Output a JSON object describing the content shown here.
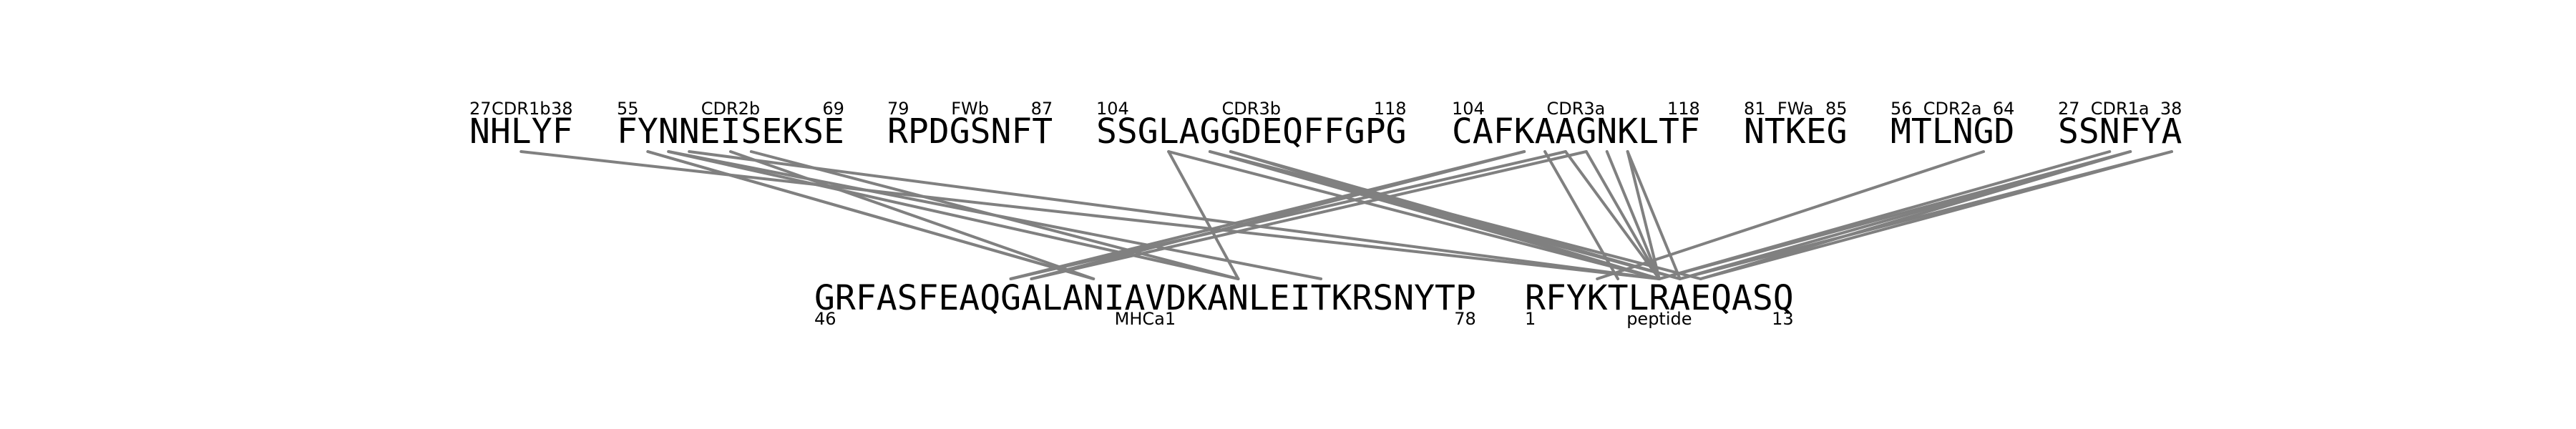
{
  "top_segments": [
    {
      "id": "cdr1b",
      "sequence": "NHLYF",
      "start": "27",
      "name": "CDR1b",
      "end": "38"
    },
    {
      "id": "cdr2b",
      "sequence": "FYNNEISEKSE",
      "start": "55",
      "name": "CDR2b",
      "end": "69"
    },
    {
      "id": "fwb",
      "sequence": "RPDGSNFT",
      "start": "79",
      "name": "FWb",
      "end": "87"
    },
    {
      "id": "cdr3b",
      "sequence": "SSGLAGGDEQFFGPG",
      "start": "104",
      "name": "CDR3b",
      "end": "118"
    },
    {
      "id": "cdr3a",
      "sequence": "CAFKAAGNKLTF",
      "start": "104",
      "name": "CDR3a",
      "end": "118"
    },
    {
      "id": "fwa",
      "sequence": "NTKEG",
      "start": "81",
      "name": "FWa",
      "end": "85"
    },
    {
      "id": "cdr2a",
      "sequence": "MTLNGD",
      "start": "56",
      "name": "CDR2a",
      "end": "64"
    },
    {
      "id": "cdr1a",
      "sequence": "SSNFYA",
      "start": "27",
      "name": "CDR1a",
      "end": "38"
    }
  ],
  "bottom_segments": [
    {
      "id": "mhca1",
      "sequence": "GRFASFEAQGALANIAVDKANLEITKRSNYTP",
      "start": "46",
      "name": "MHCa1",
      "end": "78"
    },
    {
      "id": "peptide",
      "sequence": "RFYKTLRAEQASQ",
      "start": "1",
      "name": "peptide",
      "end": "13"
    }
  ],
  "contacts": [
    {
      "from": [
        "cdr1b",
        2
      ],
      "to": [
        "peptide",
        6
      ]
    },
    {
      "from": [
        "cdr2b",
        1
      ],
      "to": [
        "mhca1",
        13
      ]
    },
    {
      "from": [
        "cdr2b",
        1
      ],
      "to": [
        "mhca1",
        13
      ]
    },
    {
      "from": [
        "cdr2b",
        2
      ],
      "to": [
        "mhca1",
        20
      ]
    },
    {
      "from": [
        "cdr2b",
        2
      ],
      "to": [
        "mhca1",
        24
      ]
    },
    {
      "from": [
        "cdr2b",
        3
      ],
      "to": [
        "peptide",
        6
      ]
    },
    {
      "from": [
        "cdr2b",
        5
      ],
      "to": [
        "mhca1",
        13
      ]
    },
    {
      "from": [
        "cdr2b",
        6
      ],
      "to": [
        "mhca1",
        20
      ]
    },
    {
      "from": [
        "cdr3b",
        3
      ],
      "to": [
        "mhca1",
        20
      ]
    },
    {
      "from": [
        "cdr3b",
        3
      ],
      "to": [
        "peptide",
        6
      ]
    },
    {
      "from": [
        "cdr3b",
        5
      ],
      "to": [
        "peptide",
        6
      ]
    },
    {
      "from": [
        "cdr3b",
        5
      ],
      "to": [
        "peptide",
        7
      ]
    },
    {
      "from": [
        "cdr3b",
        5
      ],
      "to": [
        "peptide",
        8
      ]
    },
    {
      "from": [
        "cdr3b",
        6
      ],
      "to": [
        "peptide",
        6
      ]
    },
    {
      "from": [
        "cdr3b",
        6
      ],
      "to": [
        "peptide",
        7
      ]
    },
    {
      "from": [
        "cdr3a",
        3
      ],
      "to": [
        "mhca1",
        9
      ]
    },
    {
      "from": [
        "cdr3a",
        3
      ],
      "to": [
        "mhca1",
        10
      ]
    },
    {
      "from": [
        "cdr3a",
        4
      ],
      "to": [
        "peptide",
        4
      ]
    },
    {
      "from": [
        "cdr3a",
        5
      ],
      "to": [
        "mhca1",
        9
      ]
    },
    {
      "from": [
        "cdr3a",
        5
      ],
      "to": [
        "peptide",
        6
      ]
    },
    {
      "from": [
        "cdr3a",
        6
      ],
      "to": [
        "mhca1",
        10
      ]
    },
    {
      "from": [
        "cdr3a",
        6
      ],
      "to": [
        "peptide",
        6
      ]
    },
    {
      "from": [
        "cdr3a",
        7
      ],
      "to": [
        "peptide",
        6
      ]
    },
    {
      "from": [
        "cdr3a",
        8
      ],
      "to": [
        "peptide",
        6
      ]
    },
    {
      "from": [
        "cdr3a",
        8
      ],
      "to": [
        "peptide",
        7
      ]
    },
    {
      "from": [
        "cdr2a",
        4
      ],
      "to": [
        "peptide",
        3
      ]
    },
    {
      "from": [
        "cdr1a",
        2
      ],
      "to": [
        "peptide",
        6
      ]
    },
    {
      "from": [
        "cdr1a",
        3
      ],
      "to": [
        "peptide",
        6
      ]
    },
    {
      "from": [
        "cdr1a",
        3
      ],
      "to": [
        "peptide",
        7
      ]
    },
    {
      "from": [
        "cdr1a",
        3
      ],
      "to": [
        "peptide",
        8
      ]
    },
    {
      "from": [
        "cdr1a",
        5
      ],
      "to": [
        "peptide",
        7
      ]
    },
    {
      "from": [
        "cdr1a",
        5
      ],
      "to": [
        "peptide",
        8
      ]
    }
  ]
}
